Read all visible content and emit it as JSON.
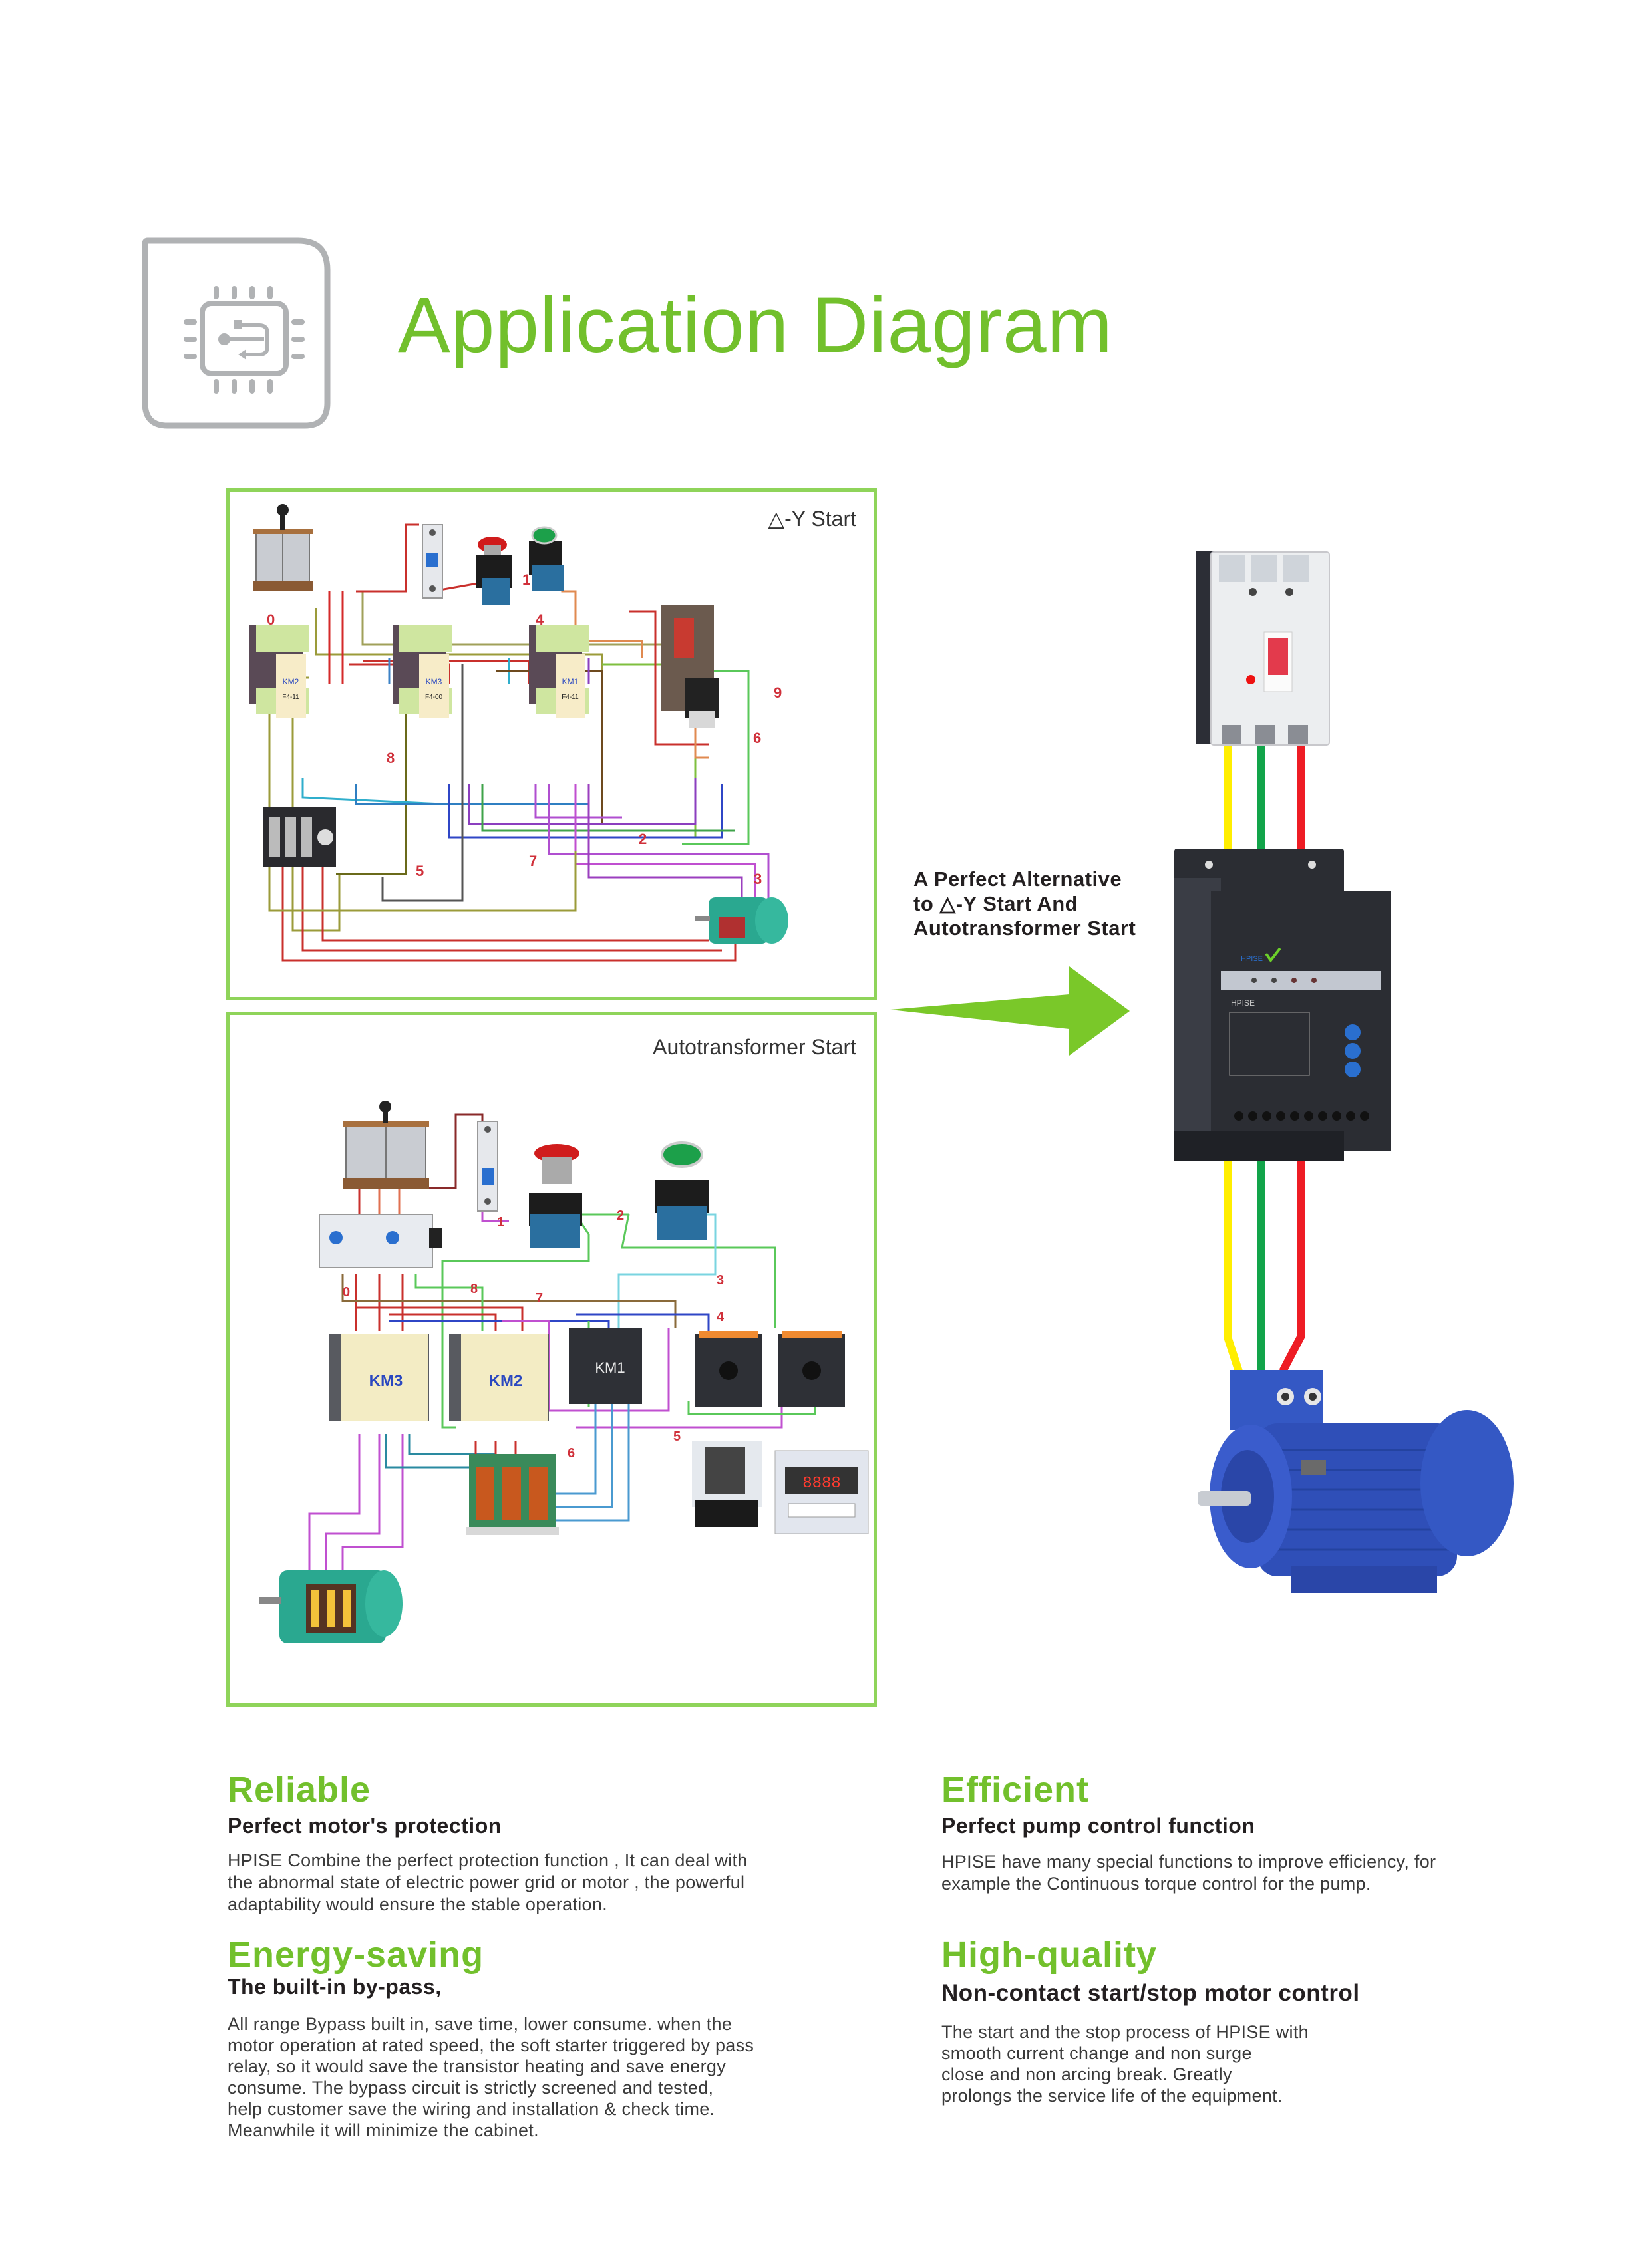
{
  "header": {
    "title": "Application Diagram",
    "icon": "chip-icon"
  },
  "colors": {
    "accent_green": "#72c02c",
    "panel_border": "#8fd45a",
    "icon_gray": "#b0b2b4",
    "body_text": "#3a3a3a",
    "wire_yellow": "#ffee00",
    "wire_green": "#12a44a",
    "wire_red": "#ee1c24",
    "motor_blue": "#2f4fb8",
    "starter_black": "#2b2d33"
  },
  "panels": {
    "delta_y": {
      "label": "△-Y Start",
      "components": [
        "knife-switch",
        "fuse",
        "stop-button",
        "start-button",
        "contactor KM2",
        "contactor KM3",
        "contactor KM1",
        "time-relay",
        "thermal-overload-relay",
        "motor"
      ],
      "contactor_labels": [
        "KM2",
        "KM3",
        "KM1"
      ],
      "aux_labels": [
        "F4-11",
        "F4-00",
        "F4-11"
      ],
      "wire_numbers": [
        "0",
        "1",
        "2",
        "3",
        "4",
        "5",
        "6",
        "7",
        "8",
        "9"
      ]
    },
    "autotransformer": {
      "label": "Autotransformer Start",
      "components": [
        "knife-switch",
        "fuse",
        "stop-button",
        "start-button",
        "phase-protector",
        "contactor KM3",
        "contactor KM2",
        "contactor KM1",
        "relay-socket",
        "relay-socket",
        "autotransformer",
        "intermediate-relay",
        "digital-timer",
        "motor"
      ],
      "contactor_labels": [
        "KM3",
        "KM2",
        "KM1"
      ],
      "timer_display": "8888",
      "wire_numbers": [
        "0",
        "1",
        "2",
        "3",
        "4",
        "5",
        "6",
        "7",
        "8"
      ]
    }
  },
  "comparison": {
    "caption_lines": [
      "A Perfect Alternative",
      "to △-Y Start And",
      "Autotransformer Start"
    ]
  },
  "product": {
    "components": [
      "molded-case-circuit-breaker",
      "HPISE soft starter",
      "three-phase motor"
    ],
    "starter_brand": "HPISE"
  },
  "features": [
    {
      "title": "Reliable",
      "subtitle": "Perfect motor's protection",
      "body": "HPISE Combine the perfect protection function , It can deal with\nthe abnormal state of electric power grid or motor , the powerful\nadaptability would ensure the stable operation."
    },
    {
      "title": "Energy-saving",
      "subtitle": "The built-in by-pass,",
      "body": "All range Bypass built in, save time, lower consume.  when the\nmotor operation at rated speed, the soft starter triggered by pass\nrelay, so it would save the transistor heating and save energy\nconsume. The bypass circuit is strictly screened and tested,\nhelp customer save the wiring and installation & check time.\nMeanwhile it will minimize the cabinet."
    },
    {
      "title": "Efficient",
      "subtitle": "Perfect pump control function",
      "body": "HPISE have many special functions to improve efficiency, for\nexample the Continuous torque control for the pump."
    },
    {
      "title": "High-quality",
      "subtitle": "Non-contact start/stop motor control",
      "body": "The start and the stop process of HPISE with\nsmooth current change and non surge\nclose and non arcing break. Greatly\nprolongs the service life of the equipment."
    }
  ]
}
